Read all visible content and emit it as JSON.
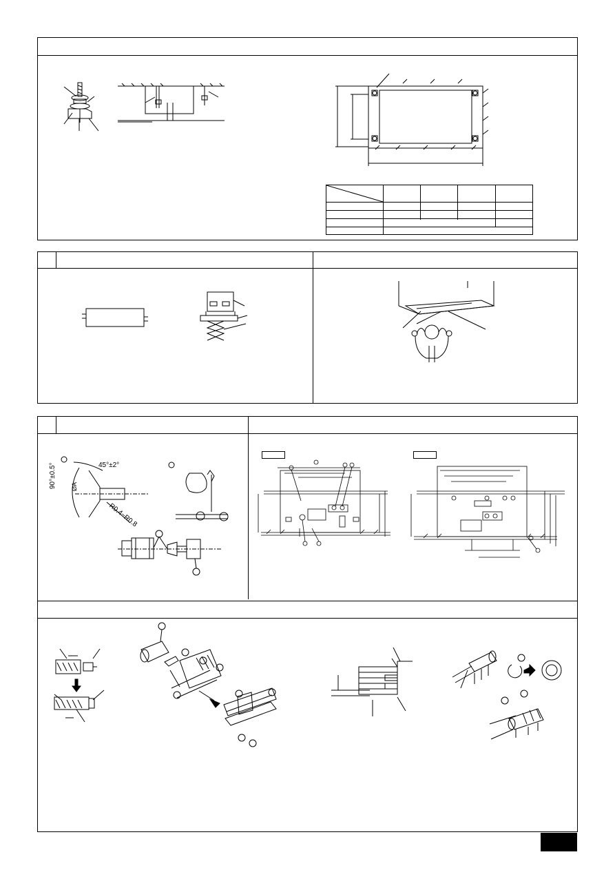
{
  "figures": {
    "flare_angle": "45°±2°",
    "flare_cone": "90°±0.5°",
    "flare_radius": "R0.4~R0.8",
    "flare_diameter": "ØA"
  },
  "drawing_labels": {
    "left_box": "",
    "right_box": ""
  },
  "page_number": ""
}
